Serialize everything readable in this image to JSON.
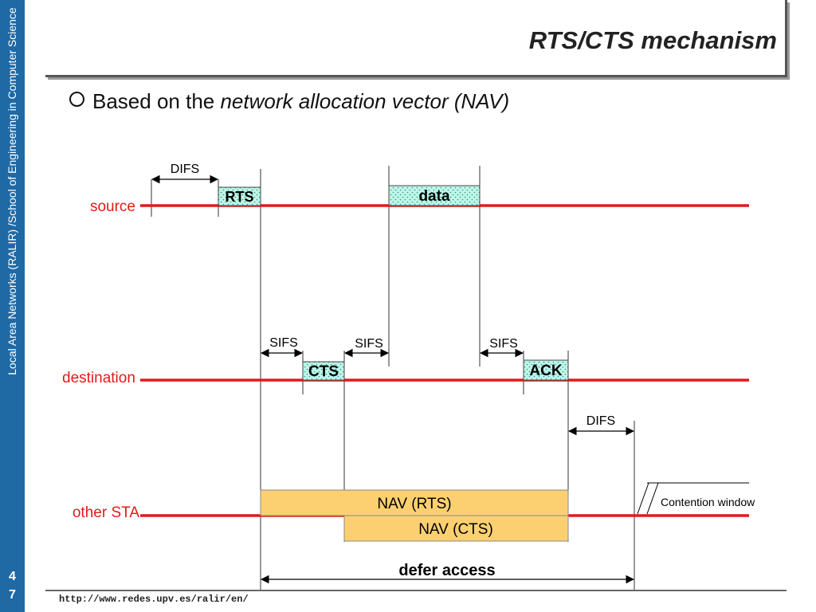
{
  "sidebar": {
    "text": "Local Area Networks (RALIR) /School of Engineering in Computer Science",
    "page_digits": [
      "4",
      "7"
    ]
  },
  "title": "RTS/CTS mechanism",
  "bullet": {
    "prefix": "Based on the ",
    "emphasis": "network allocation vector (NAV)"
  },
  "footer": {
    "url": "http://www.redes.upv.es/ralir/en/"
  },
  "diagram": {
    "stations": {
      "source": "source",
      "destination": "destination",
      "other": "other STA"
    },
    "frames": {
      "rts": "RTS",
      "data": "data",
      "cts": "CTS",
      "ack": "ACK",
      "nav_rts": "NAV (RTS)",
      "nav_cts": "NAV (CTS)"
    },
    "intervals": {
      "difs_top": "DIFS",
      "sifs_1": "SIFS",
      "sifs_2": "SIFS",
      "sifs_3": "SIFS",
      "difs_bottom": "DIFS",
      "contention_window": "Contention window",
      "defer_access": "defer access"
    },
    "colors": {
      "timeline": "#e21a1a",
      "station_label": "#e21a1a",
      "frame_fill": "#bff5ea",
      "nav_fill": "#fcd071",
      "sidebar": "#1f6aa5"
    }
  }
}
